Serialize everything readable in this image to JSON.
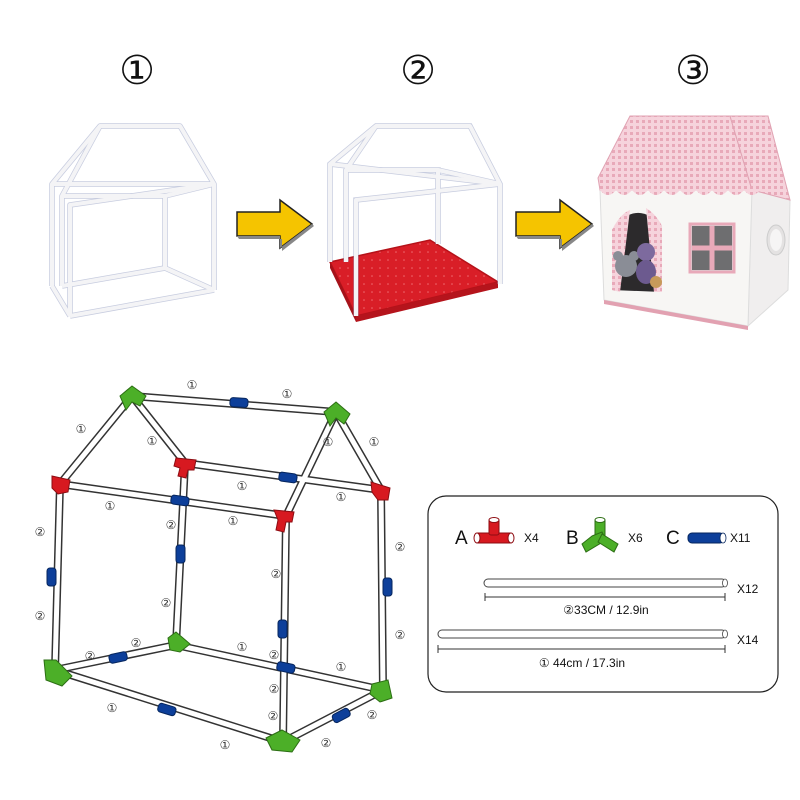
{
  "steps": [
    {
      "number": "①",
      "image": "bare-pipe-frame"
    },
    {
      "number": "②",
      "image": "frame-with-red-floor-mat"
    },
    {
      "number": "③",
      "image": "finished-pink-house-tent"
    }
  ],
  "arrows": {
    "color": "#f5c400",
    "outline": "#222222"
  },
  "assembly": {
    "pipe_marks": [
      "①",
      "①",
      "①",
      "①",
      "①",
      "①",
      "①",
      "①",
      "①",
      "①",
      "①",
      "①",
      "①",
      "①",
      "②",
      "②",
      "②",
      "②",
      "②",
      "②",
      "②",
      "②",
      "②",
      "②",
      "②",
      "②",
      "②",
      "②"
    ],
    "connector_colors": {
      "A": "#d71920",
      "B": "#4caf28",
      "C": "#0d3f9a"
    }
  },
  "parts": {
    "connectors": [
      {
        "letter": "A",
        "count": "X4",
        "icon": "red-t-connector-icon"
      },
      {
        "letter": "B",
        "count": "X6",
        "icon": "green-corner-connector-icon"
      },
      {
        "letter": "C",
        "count": "X11",
        "icon": "blue-sleeve-connector-icon"
      }
    ],
    "pipes": [
      {
        "count": "X12",
        "label": "②33CM / 12.9in"
      },
      {
        "count": "X14",
        "label": "① 44cm / 17.3in"
      }
    ]
  }
}
